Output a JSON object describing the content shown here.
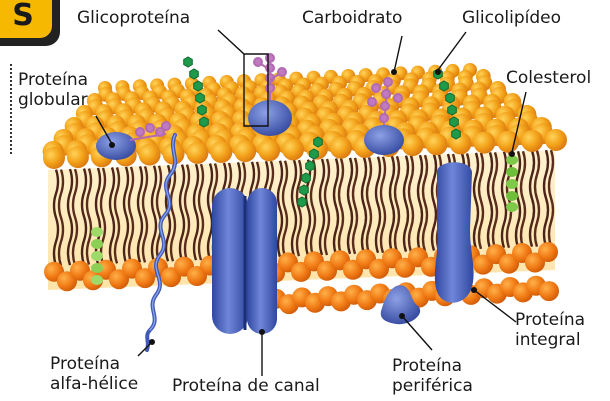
{
  "badge": {
    "letter": "S",
    "color": "#f6b800"
  },
  "labels": {
    "glicoproteina": "Glicoproteína",
    "carboidrato": "Carboidrato",
    "glicolipideo": "Glicolipídeo",
    "colesterol": "Colesterol",
    "proteina_globular": "Proteína globular",
    "proteina_integral": "Proteína integral",
    "proteina_alfa_helice": "Proteína alfa-hélice",
    "proteina_de_canal": "Proteína de canal",
    "proteina_periferica": "Proteína periférica"
  },
  "colors": {
    "lipid_head": "#f3a21a",
    "lipid_head_dark": "#e07a10",
    "tail": "#4a2418",
    "protein": "#3f5bb5",
    "protein_light": "#6f86d8",
    "carbohydrate": "#c07ac0",
    "glycolipid_chain": "#1e9a4a",
    "cholesterol": "#7fc94a"
  }
}
